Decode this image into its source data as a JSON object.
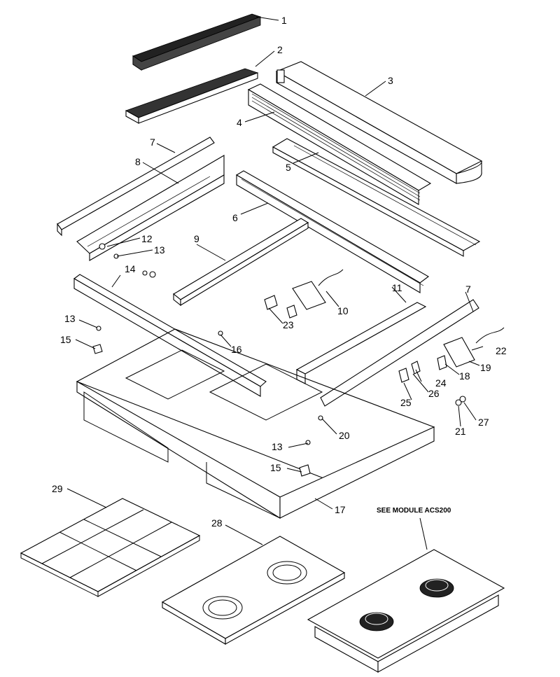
{
  "diagram": {
    "callouts": [
      {
        "id": "1",
        "label": "1"
      },
      {
        "id": "2",
        "label": "2"
      },
      {
        "id": "3",
        "label": "3"
      },
      {
        "id": "4",
        "label": "4"
      },
      {
        "id": "5",
        "label": "5"
      },
      {
        "id": "6",
        "label": "6"
      },
      {
        "id": "7a",
        "label": "7"
      },
      {
        "id": "7b",
        "label": "7"
      },
      {
        "id": "8",
        "label": "8"
      },
      {
        "id": "9",
        "label": "9"
      },
      {
        "id": "10",
        "label": "10"
      },
      {
        "id": "11",
        "label": "11"
      },
      {
        "id": "12",
        "label": "12"
      },
      {
        "id": "13a",
        "label": "13"
      },
      {
        "id": "13b",
        "label": "13"
      },
      {
        "id": "13c",
        "label": "13"
      },
      {
        "id": "14",
        "label": "14"
      },
      {
        "id": "15a",
        "label": "15"
      },
      {
        "id": "15b",
        "label": "15"
      },
      {
        "id": "16",
        "label": "16"
      },
      {
        "id": "17",
        "label": "17"
      },
      {
        "id": "18",
        "label": "18"
      },
      {
        "id": "19",
        "label": "19"
      },
      {
        "id": "20",
        "label": "20"
      },
      {
        "id": "21",
        "label": "21"
      },
      {
        "id": "22",
        "label": "22"
      },
      {
        "id": "23",
        "label": "23"
      },
      {
        "id": "24",
        "label": "24"
      },
      {
        "id": "25",
        "label": "25"
      },
      {
        "id": "26",
        "label": "26"
      },
      {
        "id": "27",
        "label": "27"
      },
      {
        "id": "28",
        "label": "28"
      },
      {
        "id": "29",
        "label": "29"
      }
    ],
    "note": "SEE MODULE ACS200"
  }
}
